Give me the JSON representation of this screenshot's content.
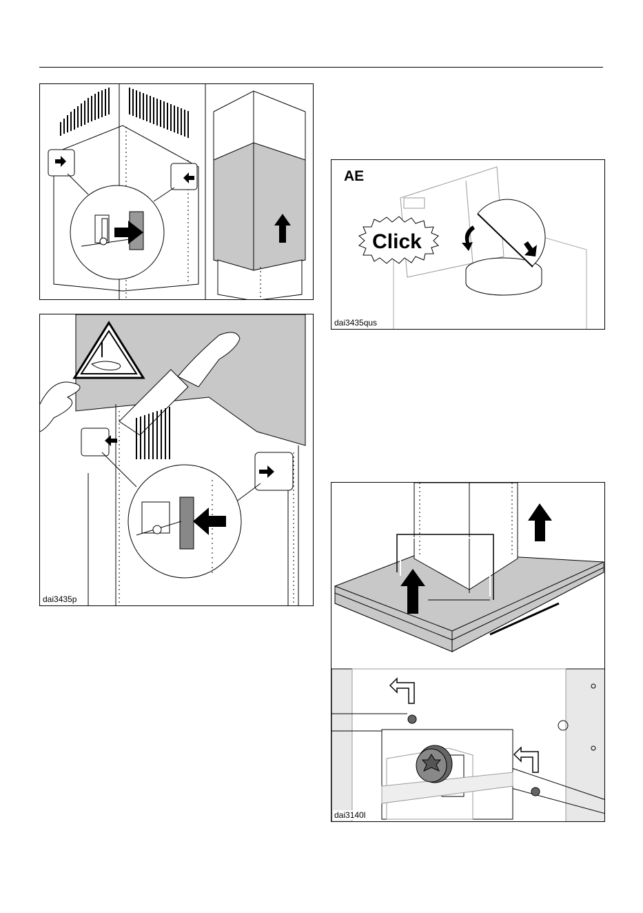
{
  "figures": {
    "top_left": {
      "caption": ""
    },
    "middle_left": {
      "caption": "dai3435p"
    },
    "top_right": {
      "label": "AE",
      "callout": "Click",
      "caption": "dai3435qus"
    },
    "bottom_right": {
      "caption": "dai3140l"
    }
  },
  "colors": {
    "panel_gray": "#c8c8c8",
    "line": "#000000",
    "warning_fill": "#ffffff"
  },
  "icons": [
    "warning-hand-crush-icon",
    "arrow-right-icon",
    "arrow-left-icon",
    "arrow-up-icon",
    "click-burst-icon",
    "screw-icon",
    "rotate-arrow-icon"
  ]
}
